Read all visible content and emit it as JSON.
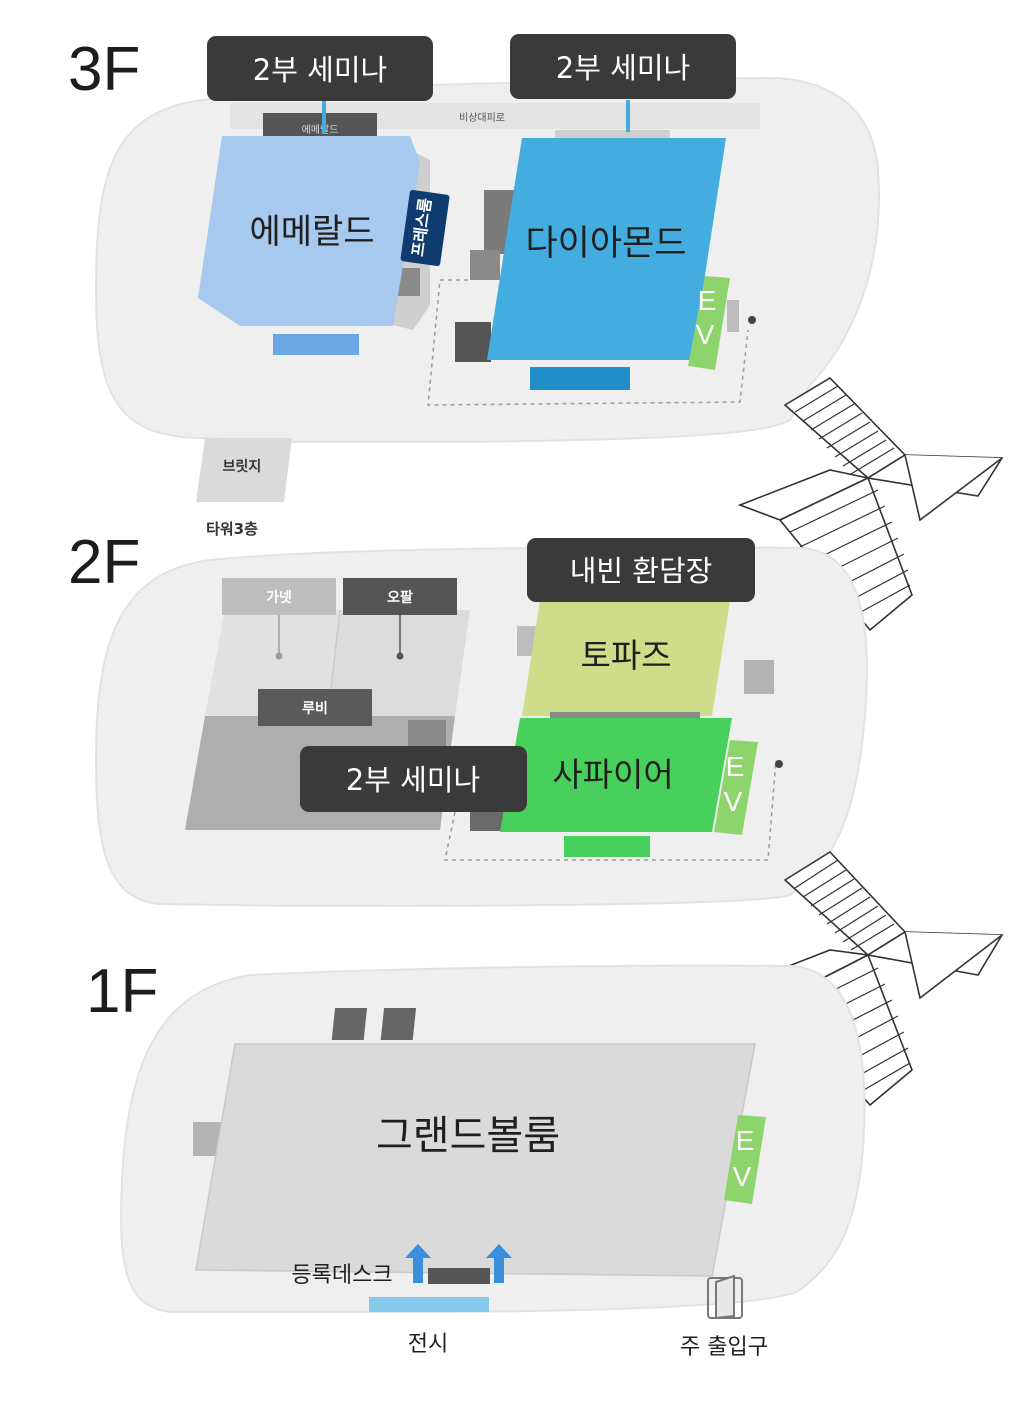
{
  "floors": {
    "f3": {
      "label": "3F",
      "rooms": {
        "emerald": "에메랄드",
        "diamond": "다이아몬드",
        "press_room": "프레스룸",
        "emerald_tag": "에메랄드"
      },
      "callouts": {
        "left": "2부 세미나",
        "right": "2부 세미나"
      },
      "corridor": "비상대피로",
      "bridge": "브릿지",
      "tower": "타워3층",
      "ev": [
        "E",
        "V"
      ]
    },
    "f2": {
      "label": "2F",
      "rooms": {
        "garnet": "가넷",
        "opal": "오팔",
        "ruby": "루비",
        "topaz": "토파즈",
        "sapphire": "사파이어"
      },
      "callouts": {
        "vip": "내빈 환담장",
        "seminar": "2부 세미나"
      },
      "ev": [
        "E",
        "V"
      ]
    },
    "f1": {
      "label": "1F",
      "rooms": {
        "grand": "그랜드볼룸"
      },
      "registration": "등록데스크",
      "exhibit": "전시",
      "main_entrance": "주 출입구",
      "ev": [
        "E",
        "V"
      ]
    }
  },
  "colors": {
    "emerald": "#a7c9ee",
    "diamond": "#44addf",
    "topaz": "#cfdc8a",
    "sapphire": "#47d15c",
    "ev": "#8ed46c",
    "callout": "#3a3a3a",
    "grand": "#dadada",
    "arrow": "#3a8fdd",
    "exhibit": "#86c9ee"
  }
}
